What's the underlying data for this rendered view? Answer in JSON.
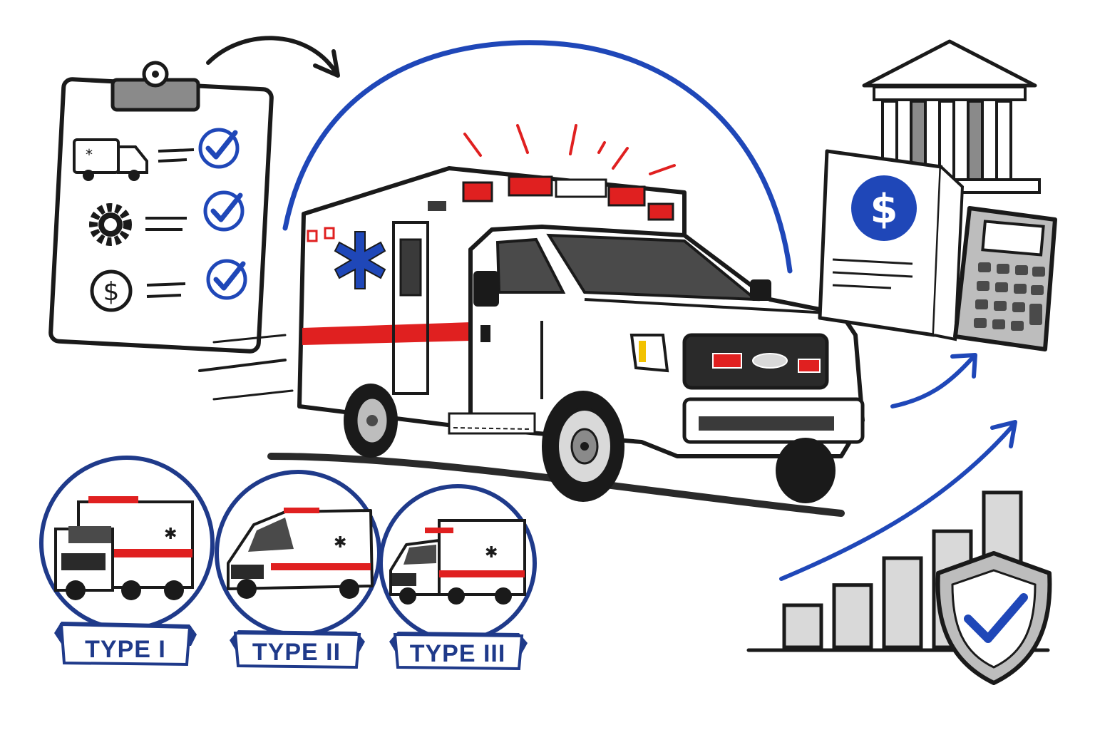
{
  "colors": {
    "ink": "#1a1a1a",
    "accent_blue": "#1f47b8",
    "banner_blue": "#1f3a8a",
    "emergency_red": "#e02020",
    "amber": "#f2c200",
    "gray": "#7a7a7a",
    "light_gray": "#d9d9d9",
    "white": "#ffffff"
  },
  "checklist": {
    "items": [
      {
        "icon": "ambulance-icon",
        "checked": true
      },
      {
        "icon": "gear-icon",
        "checked": true
      },
      {
        "icon": "dollar-coin-icon",
        "checked": true
      }
    ]
  },
  "main_vehicle": {
    "emblem": "star-of-life-icon",
    "emblem_glyph": "✱"
  },
  "financing": {
    "document_symbol": "$",
    "coin_symbol": "$",
    "icons": [
      "bank-building-icon",
      "document-icon",
      "calculator-icon"
    ]
  },
  "growth": {
    "bar_levels": [
      0.25,
      0.37,
      0.53,
      0.69,
      0.92
    ],
    "shield_icon": "shield-check-icon"
  },
  "ambulance_types": [
    {
      "label": "TYPE I",
      "marker": "✱"
    },
    {
      "label": "TYPE II",
      "marker": "✱"
    },
    {
      "label": "TYPE III",
      "marker": "✱"
    }
  ]
}
